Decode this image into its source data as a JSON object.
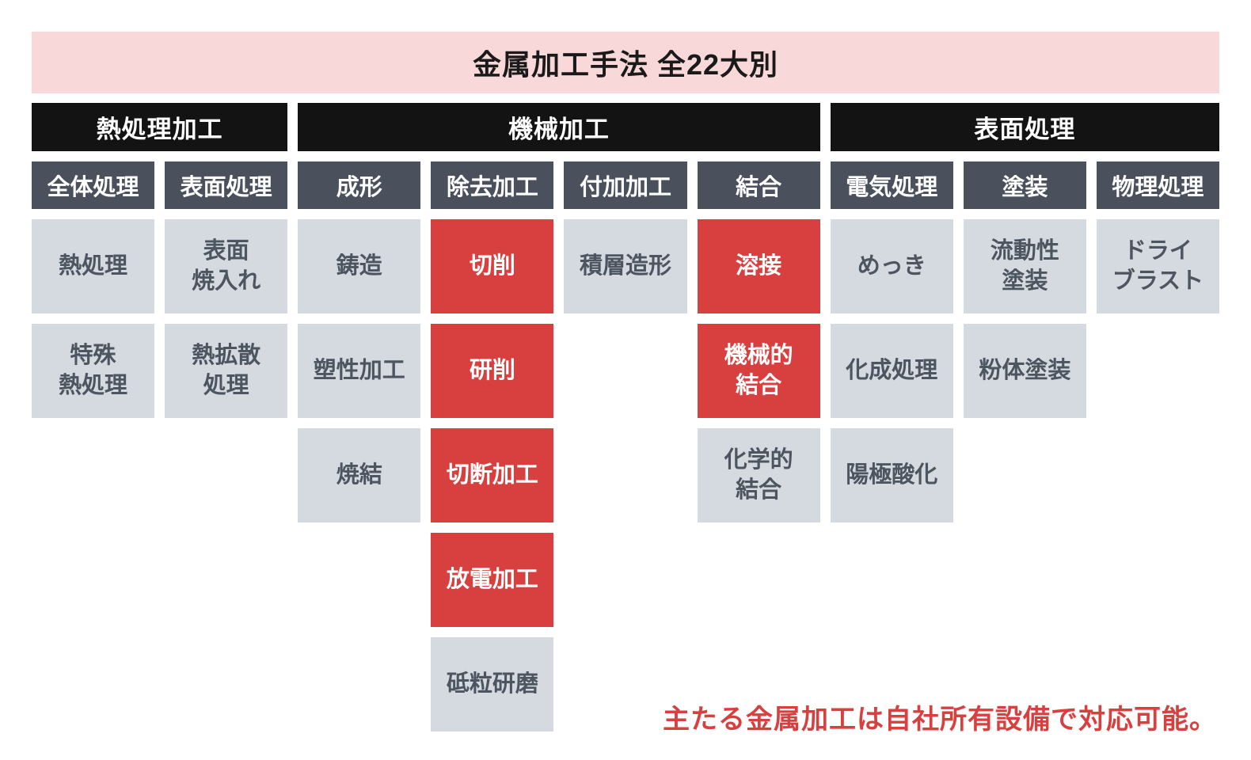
{
  "title": "金属加工手法 全22大別",
  "annotation": "主たる金属加工は自社所有設備で対応可能。",
  "colors": {
    "banner_bg": "#f8d8d8",
    "group_bg": "#131313",
    "subheader_bg": "#4a515c",
    "cell_bg": "#d5dae0",
    "highlight_bg": "#d84040",
    "cell_text": "#4d5560",
    "annotation_text": "#d84040",
    "title_text": "#1a1a1a"
  },
  "groups": [
    {
      "label": "熱処理加工",
      "span": 2
    },
    {
      "label": "機械加工",
      "span": 4
    },
    {
      "label": "表面処理",
      "span": 3
    }
  ],
  "columns": [
    {
      "label": "全体処理",
      "items": [
        {
          "row": 1,
          "label": "熱処理",
          "highlight": false
        },
        {
          "row": 2,
          "label": "特殊\n熱処理",
          "highlight": false
        }
      ]
    },
    {
      "label": "表面処理",
      "items": [
        {
          "row": 1,
          "label": "表面\n焼入れ",
          "highlight": false
        },
        {
          "row": 2,
          "label": "熱拡散\n処理",
          "highlight": false
        }
      ]
    },
    {
      "label": "成形",
      "items": [
        {
          "row": 1,
          "label": "鋳造",
          "highlight": false
        },
        {
          "row": 2,
          "label": "塑性加工",
          "highlight": false
        },
        {
          "row": 3,
          "label": "焼結",
          "highlight": false
        }
      ]
    },
    {
      "label": "除去加工",
      "items": [
        {
          "row": 1,
          "label": "切削",
          "highlight": true
        },
        {
          "row": 2,
          "label": "研削",
          "highlight": true
        },
        {
          "row": 3,
          "label": "切断加工",
          "highlight": true
        },
        {
          "row": 4,
          "label": "放電加工",
          "highlight": true
        },
        {
          "row": 5,
          "label": "砥粒研磨",
          "highlight": false
        }
      ]
    },
    {
      "label": "付加加工",
      "items": [
        {
          "row": 1,
          "label": "積層造形",
          "highlight": false
        }
      ]
    },
    {
      "label": "結合",
      "items": [
        {
          "row": 1,
          "label": "溶接",
          "highlight": true
        },
        {
          "row": 2,
          "label": "機械的\n結合",
          "highlight": true
        },
        {
          "row": 3,
          "label": "化学的\n結合",
          "highlight": false
        }
      ]
    },
    {
      "label": "電気処理",
      "items": [
        {
          "row": 1,
          "label": "めっき",
          "highlight": false
        },
        {
          "row": 2,
          "label": "化成処理",
          "highlight": false
        },
        {
          "row": 3,
          "label": "陽極酸化",
          "highlight": false
        }
      ]
    },
    {
      "label": "塗装",
      "items": [
        {
          "row": 1,
          "label": "流動性\n塗装",
          "highlight": false
        },
        {
          "row": 2,
          "label": "粉体塗装",
          "highlight": false
        }
      ]
    },
    {
      "label": "物理処理",
      "items": [
        {
          "row": 1,
          "label": "ドライ\nブラスト",
          "highlight": false
        }
      ]
    }
  ]
}
